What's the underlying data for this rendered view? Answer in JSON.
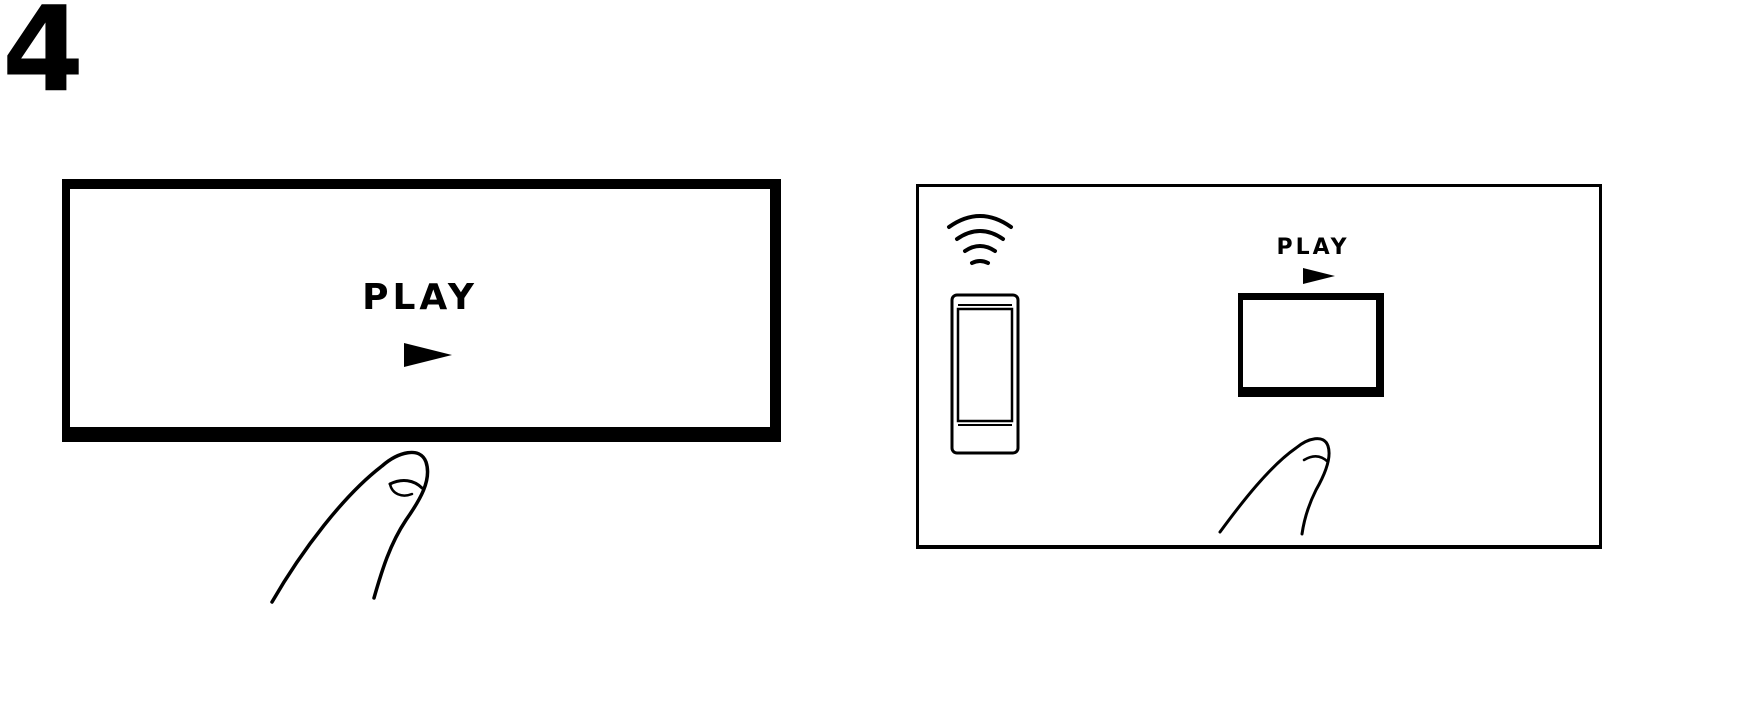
{
  "step": {
    "number": "4"
  },
  "left_button": {
    "label": "PLAY",
    "symbol_icon": "play-triangle-icon"
  },
  "remote_panel": {
    "play_label": "PLAY",
    "symbol_icon": "play-triangle-icon",
    "signal_icon": "remote-signal-waves-icon",
    "sensor_icon": "remote-sensor-window-icon"
  },
  "hand_icon": "pressing-finger-icon"
}
